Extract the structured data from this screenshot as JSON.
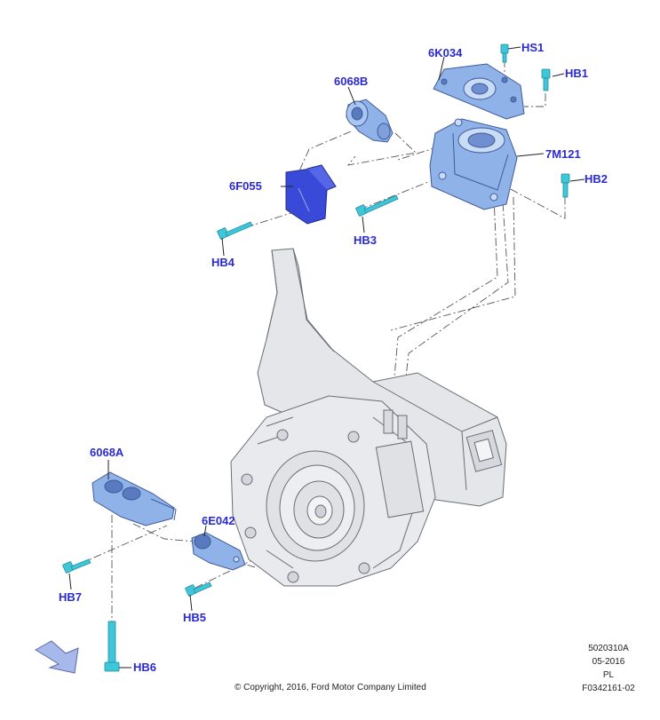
{
  "callouts": {
    "hs1": "HS1",
    "k6034": "6K034",
    "hb1": "HB1",
    "b6068": "6068B",
    "m7121": "7M121",
    "hb2": "HB2",
    "f6055": "6F055",
    "hb3": "HB3",
    "hb4": "HB4",
    "a6068": "6068A",
    "e6042": "6E042",
    "hb7": "HB7",
    "hb5": "HB5",
    "hb6": "HB6"
  },
  "footer": {
    "copyright": "© Copyright, 2016, Ford Motor Company Limited",
    "ref": "5020310A",
    "date": "05-2016",
    "lang": "PL",
    "figure": "F0342161-02"
  },
  "colors": {
    "callout_text": "#2a2ad0",
    "mount_blue": "#5b7fd9",
    "mount_deep": "#3a4ad8",
    "bolt_cyan": "#3fc6d8",
    "housing_gray": "#e9eaee"
  },
  "icons": {
    "direction_arrow": "direction-arrow-icon"
  }
}
